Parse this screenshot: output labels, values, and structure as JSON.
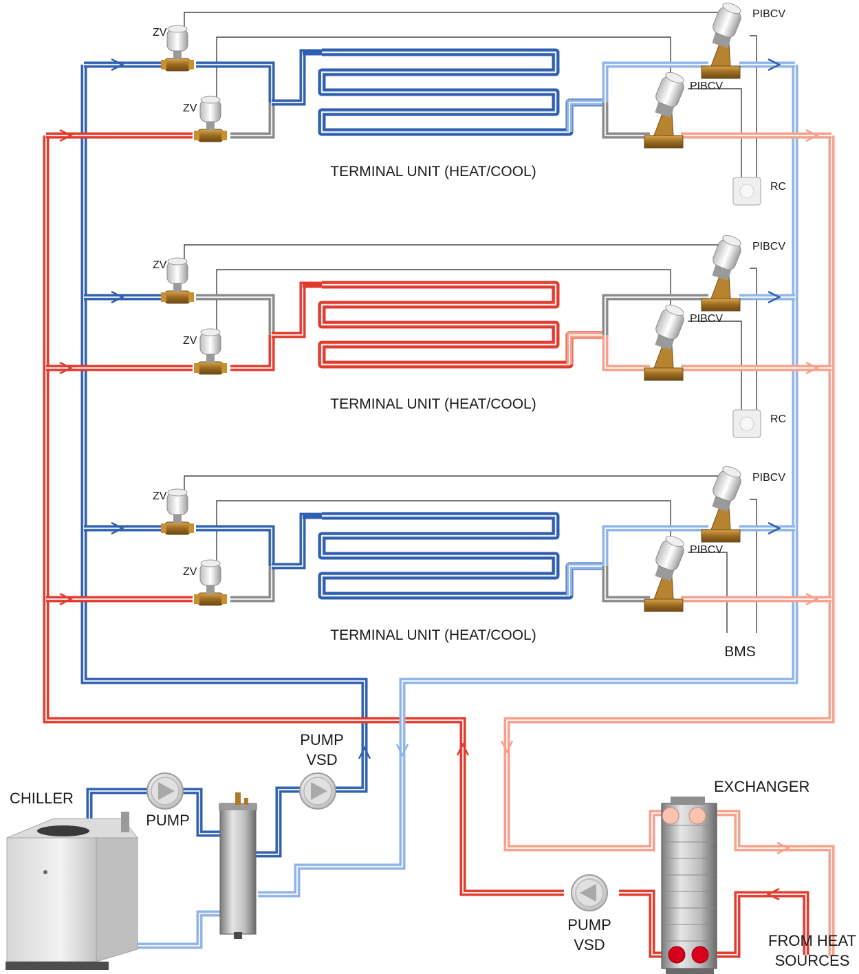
{
  "colors": {
    "cold_supply": "#2f5fb0",
    "cold_return": "#8fb4e8",
    "hot_supply": "#e23a2c",
    "hot_return": "#f6a08c",
    "bypass": "#8a8a8a",
    "control_wire": "#222222",
    "brass": "#b07a2a",
    "hx_port_hot": "#d8001b",
    "hx_port_warm": "#f9c3b0"
  },
  "units": [
    {
      "mode": "cool",
      "title": "TERMINAL UNIT (HEAT/COOL)",
      "zv_top_label": "ZV",
      "zv_bottom_label": "ZV",
      "pibcv_top_label": "PIBCV",
      "pibcv_bottom_label": "PIBCV",
      "controller_label": "RC"
    },
    {
      "mode": "heat",
      "title": "TERMINAL UNIT (HEAT/COOL)",
      "zv_top_label": "ZV",
      "zv_bottom_label": "ZV",
      "pibcv_top_label": "PIBCV",
      "pibcv_bottom_label": "PIBCV",
      "controller_label": "RC"
    },
    {
      "mode": "cool",
      "title": "TERMINAL UNIT (HEAT/COOL)",
      "zv_top_label": "ZV",
      "zv_bottom_label": "ZV",
      "pibcv_top_label": "PIBCV",
      "pibcv_bottom_label": "PIBCV",
      "controller_label": "BMS"
    }
  ],
  "plant": {
    "chiller_label": "CHILLER",
    "primary_pump_label": "PUMP",
    "secondary_pump_label_1": "PUMP",
    "secondary_pump_label_2": "VSD",
    "heat_pump_label_1": "PUMP",
    "heat_pump_label_2": "VSD",
    "exchanger_label": "EXCHANGER",
    "source_label_1": "FROM HEAT",
    "source_label_2": "SOURCES"
  }
}
